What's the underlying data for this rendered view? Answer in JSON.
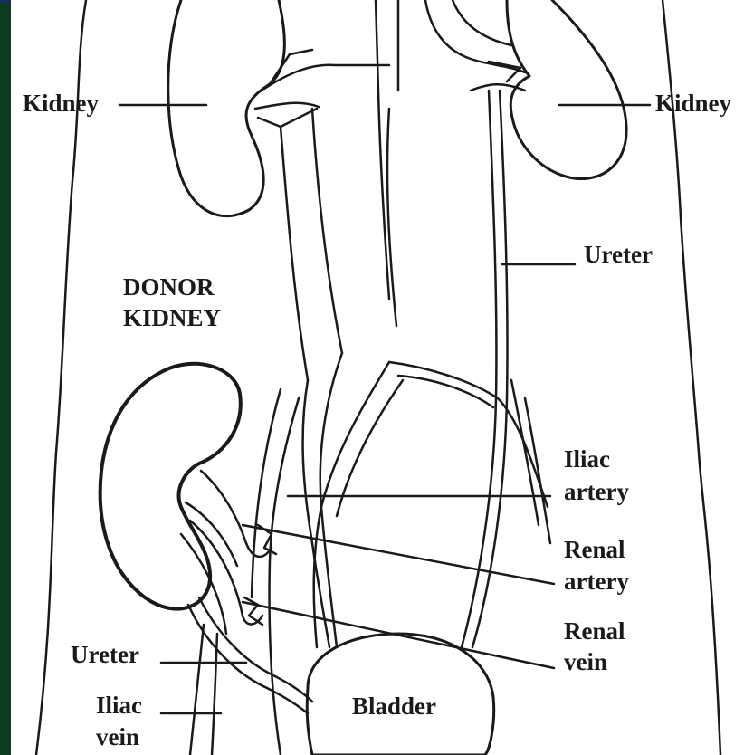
{
  "labels": {
    "kidney_left": "Kidney",
    "kidney_right": "Kidney",
    "ureter_top": "Ureter",
    "donor_line1": "DONOR",
    "donor_line2": "KIDNEY",
    "iliac_artery_line1": "Iliac",
    "iliac_artery_line2": "artery",
    "renal_artery_line1": "Renal",
    "renal_artery_line2": "artery",
    "renal_vein_line1": "Renal",
    "renal_vein_line2": "vein",
    "ureter_bottom": "Ureter",
    "iliac_vein_line1": "Iliac",
    "iliac_vein_line2": "vein",
    "bladder": "Bladder"
  },
  "colors": {
    "frame_background": "#0b3d1e",
    "line": "#1a1a1a",
    "paper": "#ffffff"
  }
}
